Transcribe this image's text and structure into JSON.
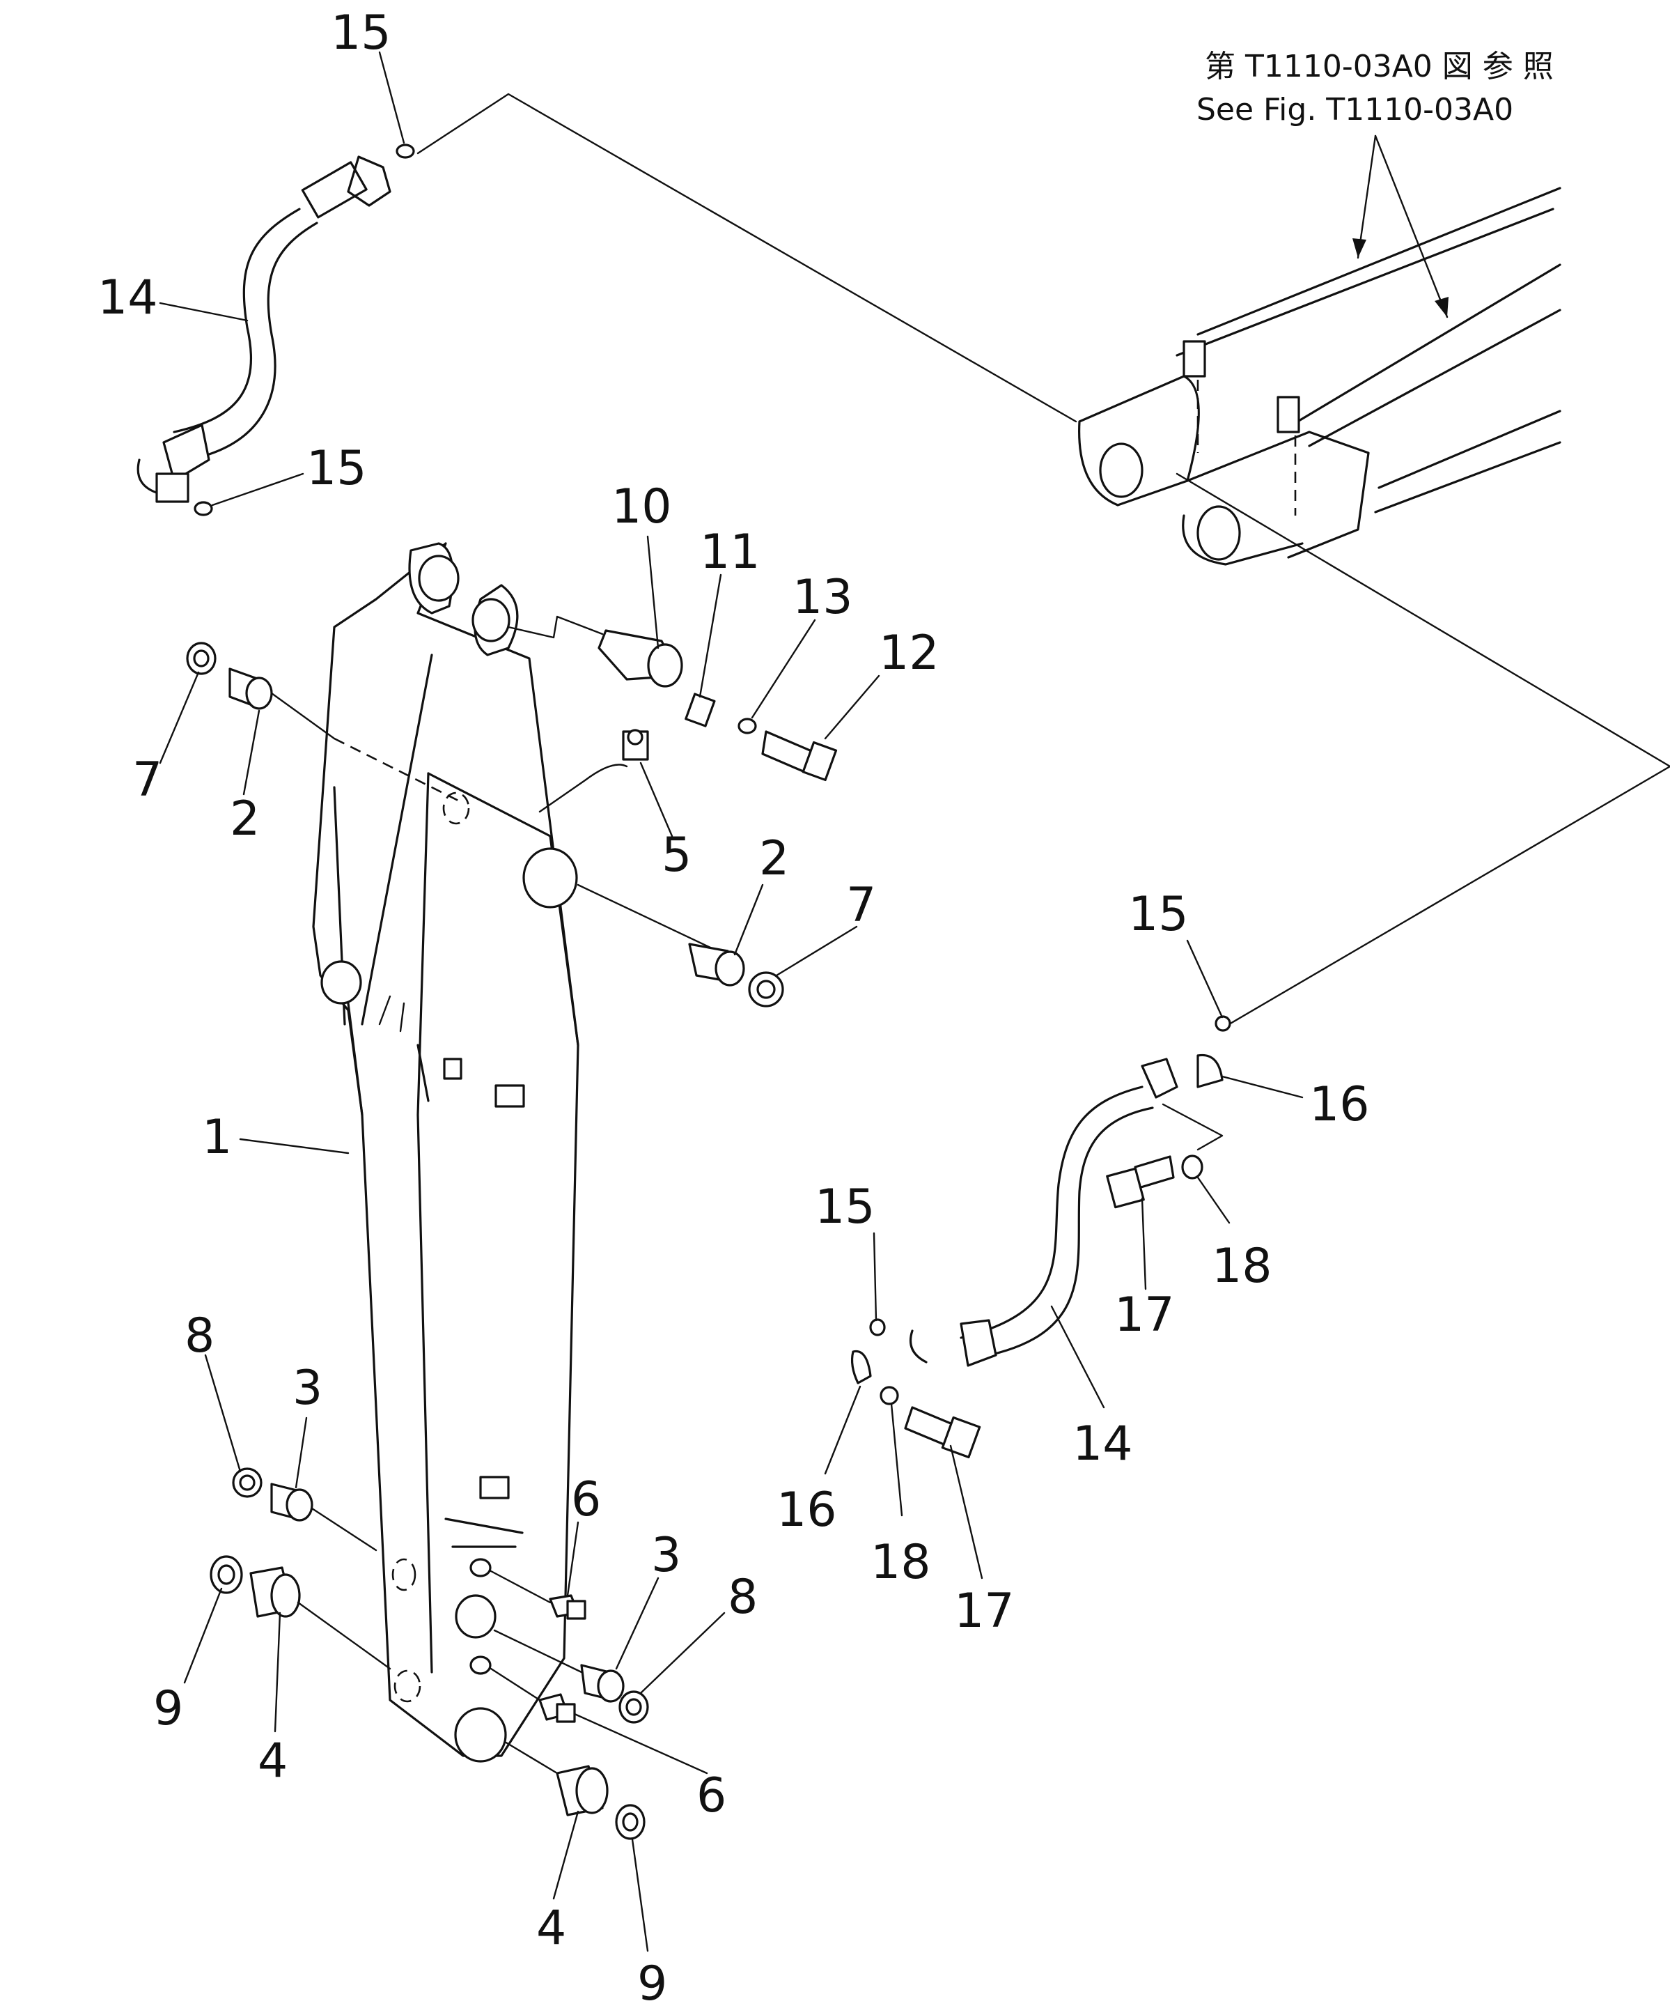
{
  "reference": {
    "japanese": "第 T1110-03A0 図 参 照",
    "english": "See Fig. T1110-03A0"
  },
  "callouts": {
    "c15a": "15",
    "c14a": "14",
    "c15b": "15",
    "c10": "10",
    "c11": "11",
    "c13": "13",
    "c12": "12",
    "c7a": "7",
    "c2a": "2",
    "c5": "5",
    "c2b": "2",
    "c7b": "7",
    "c1": "1",
    "c15c": "15",
    "c16a": "16",
    "c18a": "18",
    "c17a": "17",
    "c15d": "15",
    "c14b": "14",
    "c16b": "16",
    "c18b": "18",
    "c17b": "17",
    "c8a": "8",
    "c3a": "3",
    "c6a": "6",
    "c3b": "3",
    "c8b": "8",
    "c9a": "9",
    "c4a": "4",
    "c6b": "6",
    "c4b": "4",
    "c9b": "9"
  },
  "colors": {
    "ink": "#111111",
    "paper": "#ffffff"
  }
}
